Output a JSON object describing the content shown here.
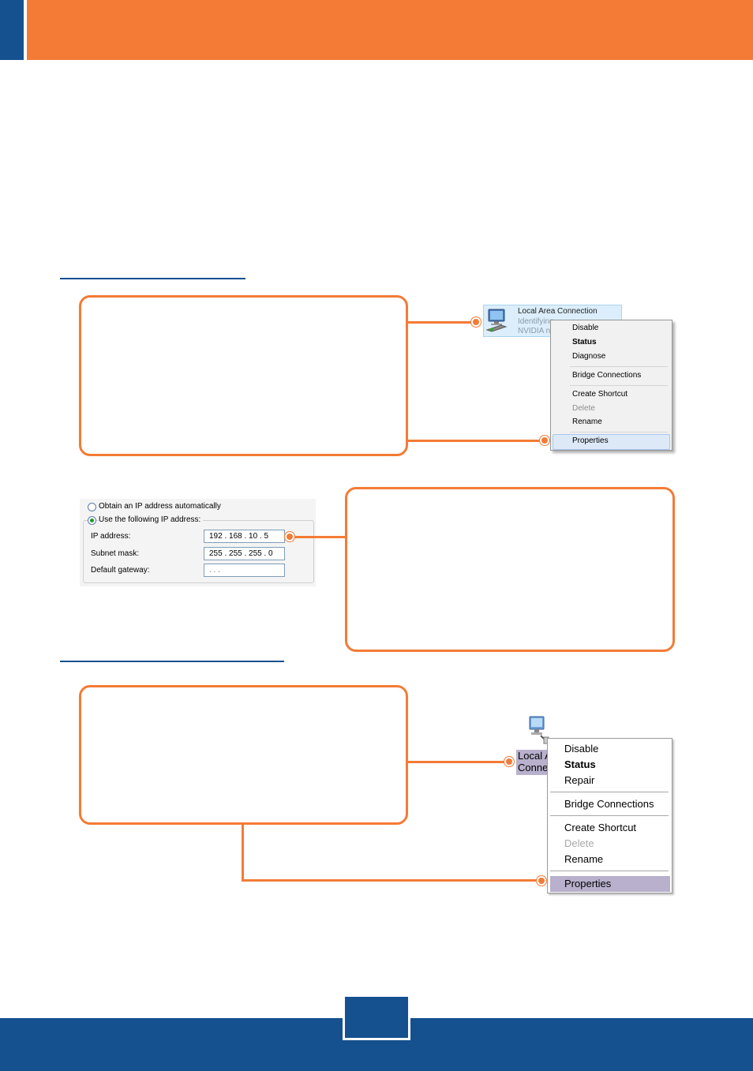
{
  "colors": {
    "orange": "#f47b35",
    "blue": "#15508f"
  },
  "vista_connection": {
    "icon": "network-adapter-icon",
    "title": "Local Area Connection",
    "status_line": "Identifying",
    "adapter_line": "NVIDIA n"
  },
  "vista_menu": {
    "items": [
      {
        "label": "Disable"
      },
      {
        "label": "Status"
      },
      {
        "label": "Diagnose"
      },
      {
        "label": "Bridge Connections"
      },
      {
        "label": "Create Shortcut"
      },
      {
        "label": "Delete"
      },
      {
        "label": "Rename"
      },
      {
        "label": "Properties"
      }
    ]
  },
  "ip_dialog": {
    "obtain_auto_label": "Obtain an IP address automatically",
    "use_following_label": "Use the following IP address:",
    "ip_label": "IP address:",
    "ip_value": "192 . 168 .  10  .   5",
    "subnet_label": "Subnet mask:",
    "subnet_value": "255 . 255 . 255 .   0",
    "gateway_label": "Default gateway:",
    "gateway_value": "      .       .       .   "
  },
  "xp_connection": {
    "icon": "network-connection-icon",
    "label_line1": "Local A",
    "label_line2": "Conne"
  },
  "xp_menu": {
    "items": [
      {
        "label": "Disable"
      },
      {
        "label": "Status"
      },
      {
        "label": "Repair"
      },
      {
        "label": "Bridge Connections"
      },
      {
        "label": "Create Shortcut"
      },
      {
        "label": "Delete"
      },
      {
        "label": "Rename"
      },
      {
        "label": "Properties"
      }
    ]
  }
}
